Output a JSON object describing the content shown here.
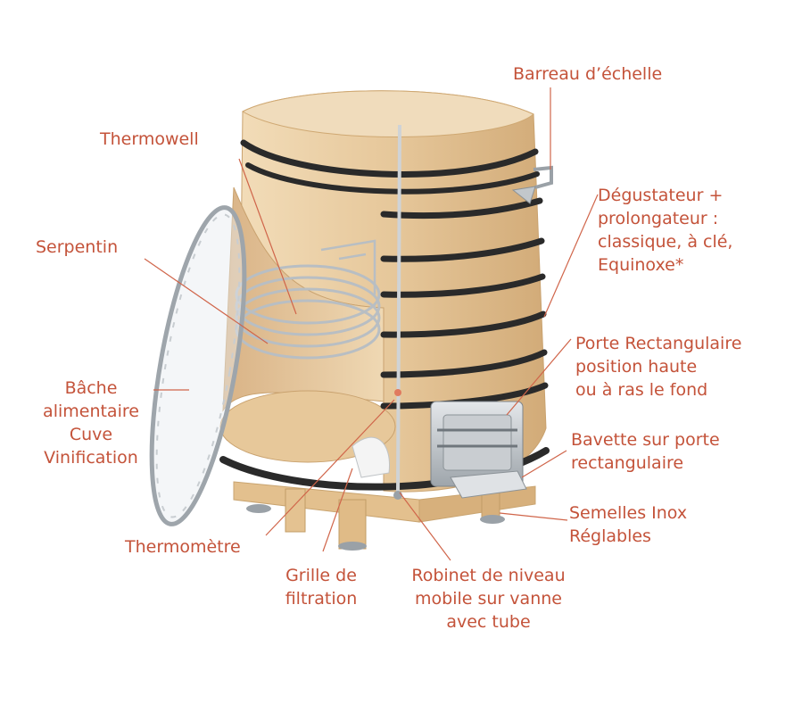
{
  "colors": {
    "label": "#c4533a",
    "leader": "#d0654a",
    "wood_light": "#ecd3ad",
    "wood_mid": "#dcb98a",
    "wood_dark": "#c89c68",
    "hoop": "#2a2a2a",
    "steel": "#bfc4c8",
    "steel_dark": "#7d848a"
  },
  "icons": {
    "vat": "wooden-fermentation-vat-icon",
    "door": "rectangular-door-icon",
    "cover": "round-tarp-cover-icon"
  },
  "labels": {
    "barreau": "Barreau d’échelle",
    "thermowell": "Thermowell",
    "degustateur": "Dégustateur +\nprolongateur :\nclassique, à clé,\nEquinoxe*",
    "serpentin": "Serpentin",
    "porte": "Porte Rectangulaire\nposition haute\nou à ras le fond",
    "bache": "Bâche\nalimentaire\nCuve\nVinification",
    "bavette": "Bavette sur porte\nrectangulaire",
    "semelles": "Semelles Inox\nRéglables",
    "thermometre": "Thermomètre",
    "grille": "Grille de\nfiltration",
    "robinet": "Robinet de niveau\nmobile sur vanne\navec tube"
  }
}
